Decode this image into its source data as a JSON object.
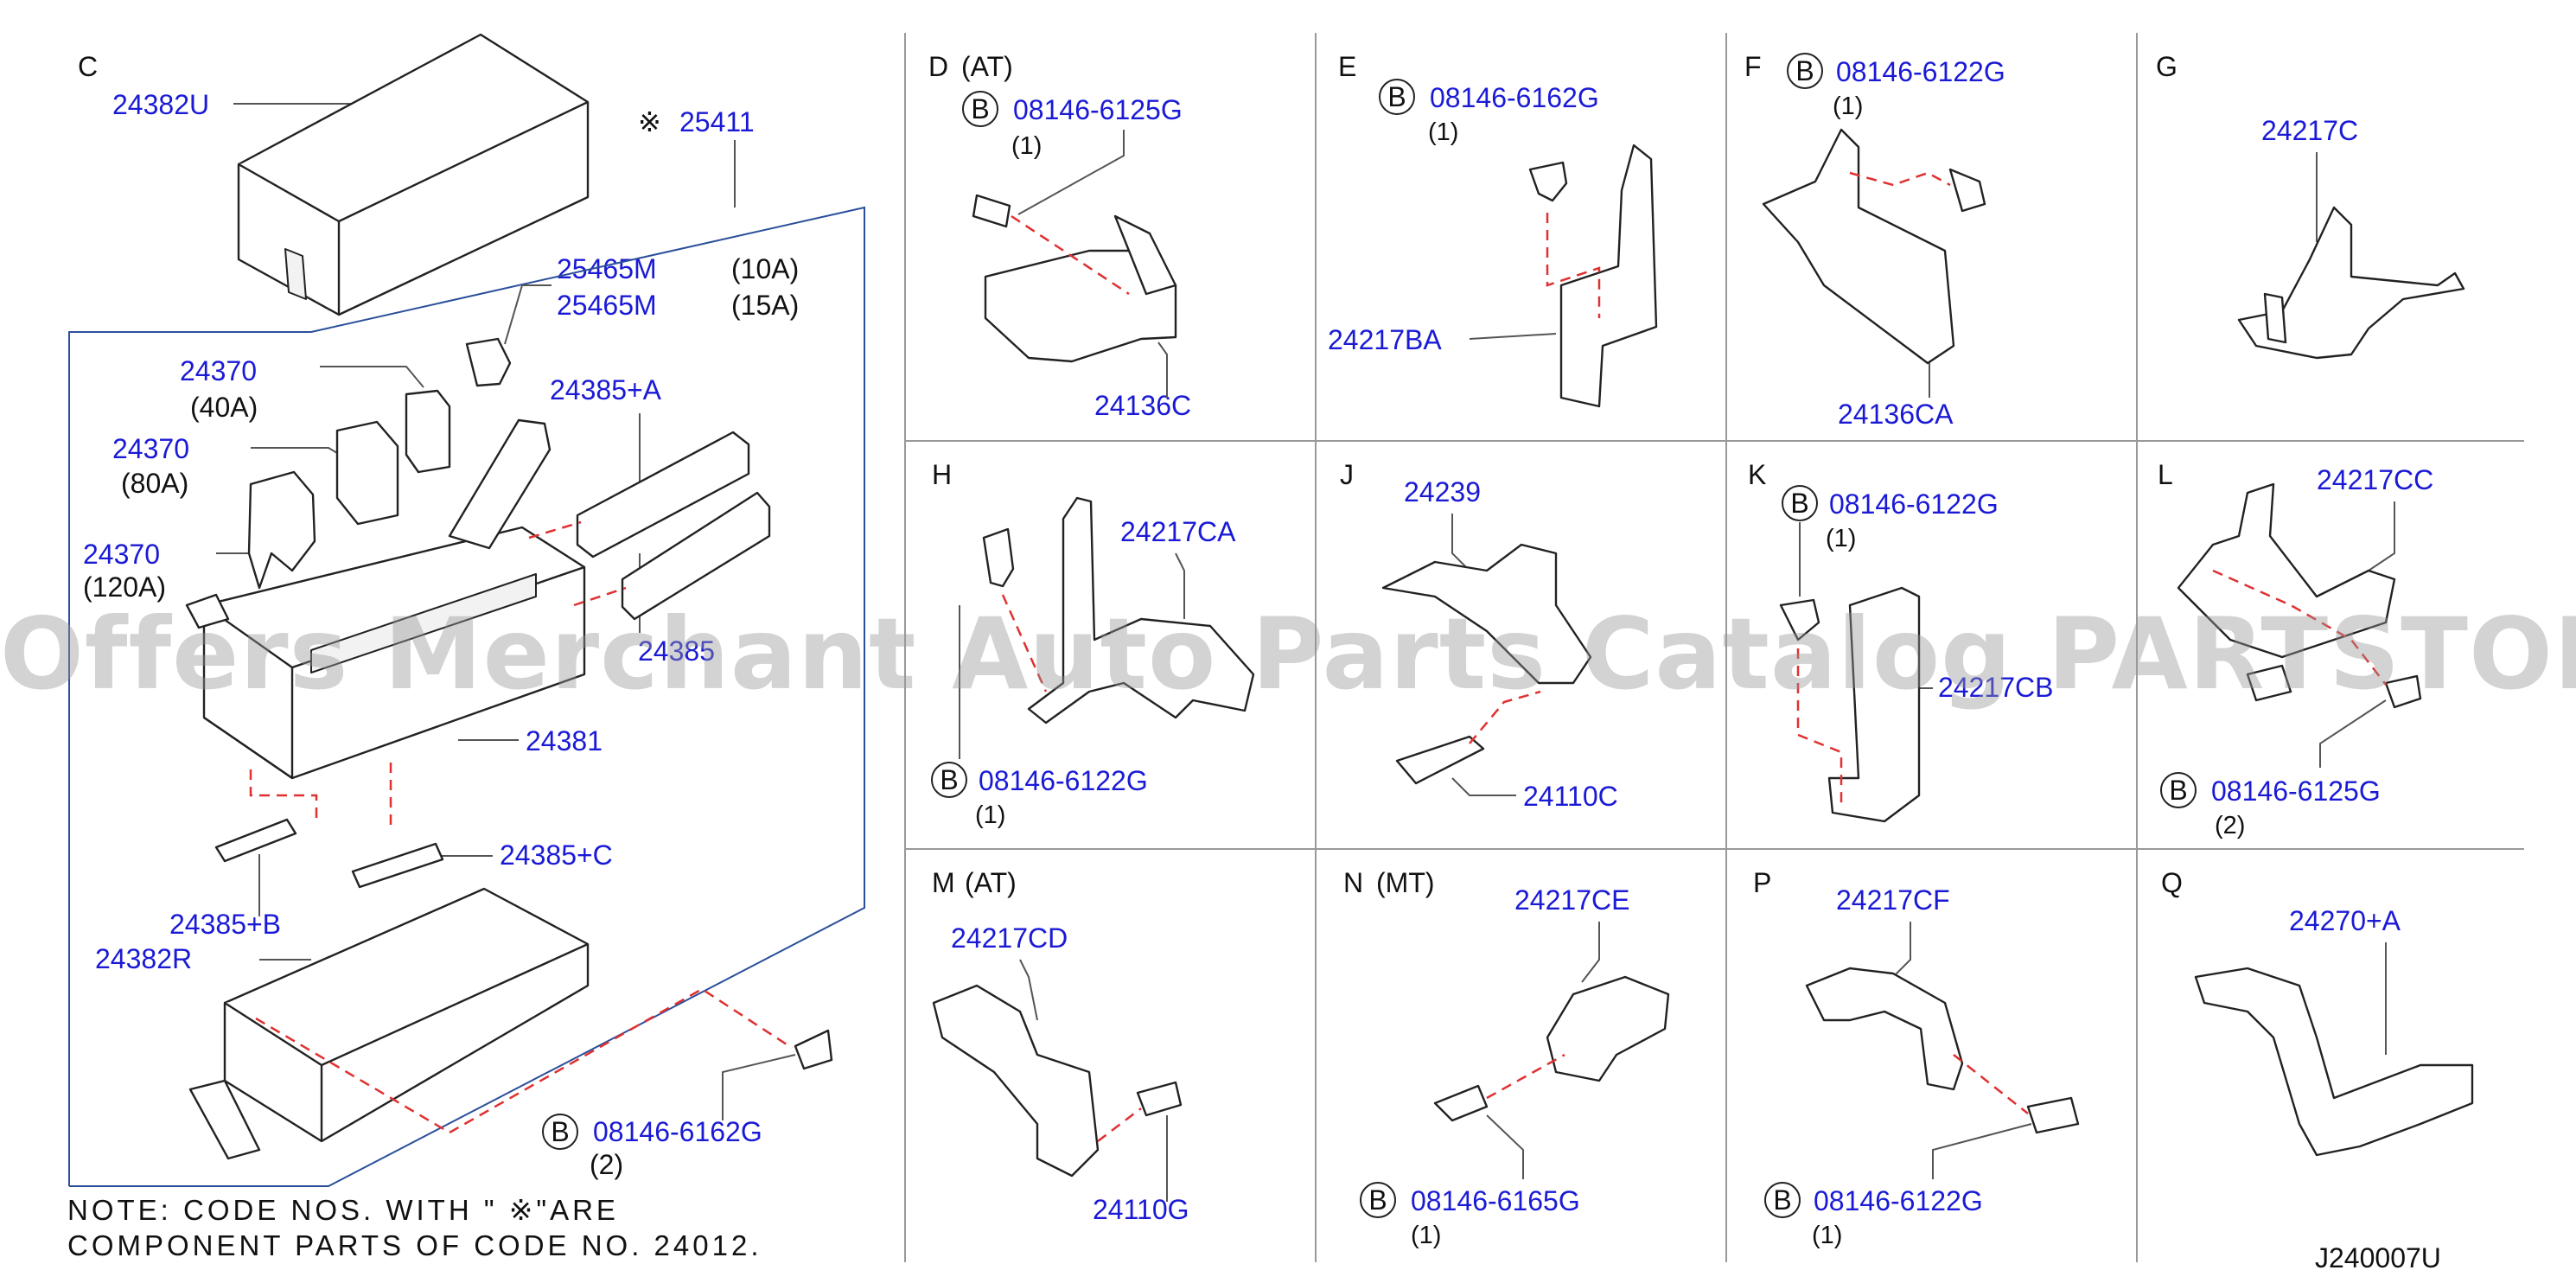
{
  "colors": {
    "callout": "#1a1ad6",
    "text": "#111111",
    "line": "#555555",
    "dash": "#e03030",
    "frame": "#2a4f9a"
  },
  "watermark": "Offers Merchant Auto Parts Catalog PARTSTORE.SA",
  "drawing_code": "J240007U",
  "note": {
    "line1": "NOTE:  CODE  NOS.  WITH  \" ※\"ARE",
    "line2": "COMPONENT  PARTS  OF  CODE  NO.  24012."
  },
  "panels": {
    "C": {
      "letter": "C",
      "parts": [
        "24382U",
        "25411",
        "25465M",
        "25465M",
        "24370",
        "24370",
        "24370",
        "24385+A",
        "24385",
        "24381",
        "24385+C",
        "24385+B",
        "24382R",
        "08146-6162G"
      ],
      "marks": [
        "※",
        "(10A)",
        "(15A)",
        "(40A)",
        "(80A)",
        "(120A)",
        "(2)"
      ]
    },
    "D": {
      "letter": "D",
      "sub": "(AT)",
      "parts": [
        "08146-6125G",
        "24136C"
      ],
      "qty": "(1)"
    },
    "E": {
      "letter": "E",
      "parts": [
        "08146-6162G",
        "24217BA"
      ],
      "qty": "(1)"
    },
    "F": {
      "letter": "F",
      "parts": [
        "08146-6122G",
        "24136CA"
      ],
      "qty": "(1)"
    },
    "G": {
      "letter": "G",
      "parts": [
        "24217C"
      ]
    },
    "H": {
      "letter": "H",
      "parts": [
        "24217CA",
        "08146-6122G"
      ],
      "qty": "(1)"
    },
    "J": {
      "letter": "J",
      "parts": [
        "24239",
        "24110C"
      ]
    },
    "K": {
      "letter": "K",
      "parts": [
        "08146-6122G",
        "24217CB"
      ],
      "qty": "(1)"
    },
    "L": {
      "letter": "L",
      "parts": [
        "24217CC",
        "08146-6125G"
      ],
      "qty": "(2)"
    },
    "M": {
      "letter": "M",
      "sub": "(AT)",
      "parts": [
        "24217CD",
        "24110G"
      ]
    },
    "N": {
      "letter": "N",
      "sub": "(MT)",
      "parts": [
        "24217CE",
        "08146-6165G"
      ],
      "qty": "(1)"
    },
    "P": {
      "letter": "P",
      "parts": [
        "24217CF",
        "08146-6122G"
      ],
      "qty": "(1)"
    },
    "Q": {
      "letter": "Q",
      "parts": [
        "24270+A"
      ]
    }
  },
  "bolt_marker": "B"
}
